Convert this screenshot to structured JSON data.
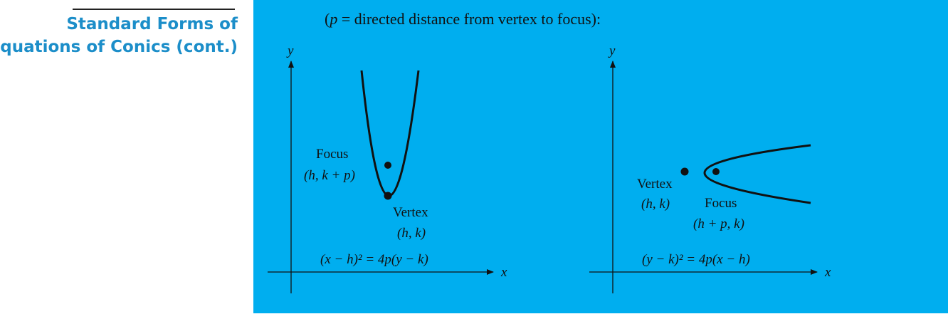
{
  "sidebar": {
    "heading_line1": "Standard Forms of",
    "heading_line2": "Equations of Conics (cont.)"
  },
  "panel": {
    "intro_open": "(",
    "intro_p": "p",
    "intro_rest": " = directed distance from vertex to focus):",
    "left_graph": {
      "y_axis_label": "y",
      "x_axis_label": "x",
      "focus_label": "Focus",
      "focus_coords": "(h, k + p)",
      "vertex_label": "Vertex",
      "vertex_coords": "(h, k)",
      "equation": "(x − h)² = 4p(y − k)"
    },
    "right_graph": {
      "y_axis_label": "y",
      "x_axis_label": "x",
      "vertex_label": "Vertex",
      "vertex_coords": "(h, k)",
      "focus_label": "Focus",
      "focus_coords": "(h + p, k)",
      "equation": "(y − k)² = 4p(x − h)"
    }
  },
  "colors": {
    "panel_bg": "#00aeef",
    "heading": "#1c8ec9"
  }
}
